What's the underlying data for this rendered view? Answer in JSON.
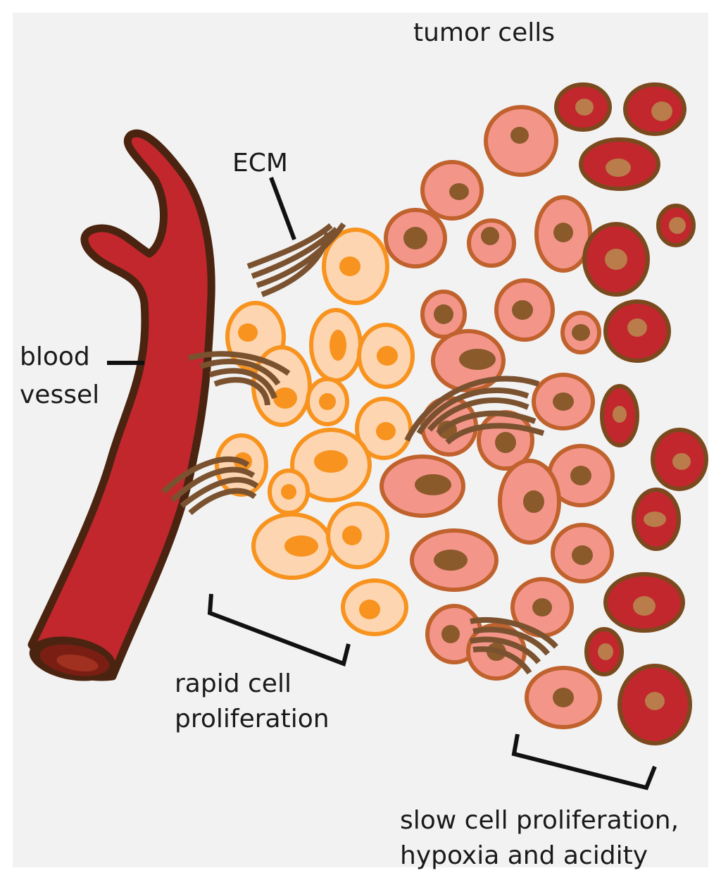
{
  "labels": {
    "tumor_cells": "tumor cells",
    "ecm": "ECM",
    "blood_line1": "blood",
    "blood_line2": "vessel",
    "rapid_line1": "rapid cell",
    "rapid_line2": "proliferation",
    "slow_line1": "slow cell proliferation,",
    "slow_line2": "hypoxia and acidity"
  },
  "colors": {
    "background": "#f2f2f2",
    "vessel_fill": "#c1272d",
    "vessel_outline": "#4a2410",
    "rapid_cell_fill": "#fdd5b0",
    "rapid_cell_outline": "#f7931e",
    "rapid_nucleus": "#f7931e",
    "mid_cell_fill": "#f4958a",
    "mid_cell_outline": "#c0622d",
    "mid_nucleus": "#8b5a2b",
    "hypoxic_cell_fill": "#c1272d",
    "hypoxic_cell_outline": "#7a4a1e",
    "hypoxic_nucleus": "#b97c4a",
    "ecm_fiber": "#7b5230"
  }
}
